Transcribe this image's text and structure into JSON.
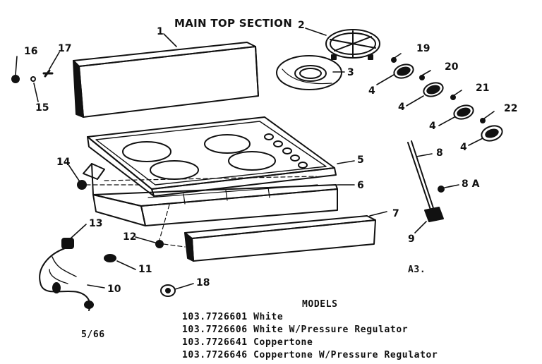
{
  "title": "MAIN TOP SECTION",
  "callouts": {
    "c1": "1",
    "c2": "2",
    "c3": "3",
    "c4a": "4",
    "c4b": "4",
    "c4c": "4",
    "c4d": "4",
    "c5": "5",
    "c6": "6",
    "c7": "7",
    "c8": "8",
    "c8a": "8 A",
    "c9": "9",
    "c10": "10",
    "c11": "11",
    "c12": "12",
    "c13": "13",
    "c14": "14",
    "c15": "15",
    "c16": "16",
    "c17": "17",
    "c18": "18",
    "c19": "19",
    "c20": "20",
    "c21": "21",
    "c22": "22"
  },
  "section_code": "A3.",
  "page_number": "5/66",
  "models": {
    "heading": "MODELS",
    "rows": [
      "103.7726601 White",
      "103.7726606 White W/Pressure Regulator",
      "103.7726641 Coppertone",
      "103.7726646 Coppertone W/Pressure Regulator"
    ]
  }
}
